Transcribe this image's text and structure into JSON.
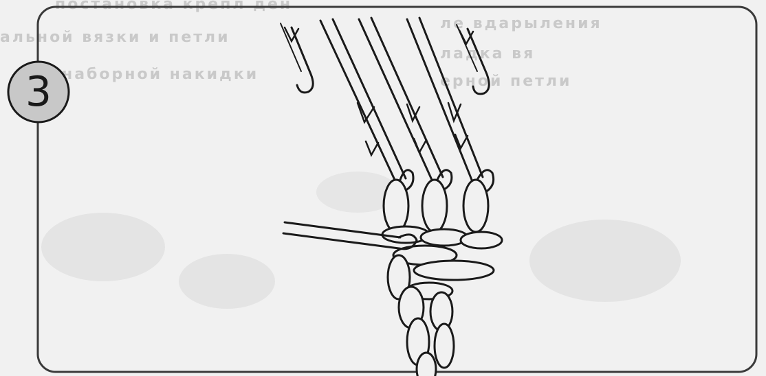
{
  "step": {
    "number": "3"
  },
  "ghost_text": [
    "постановка крепл ден",
    "альной вязки и петли",
    "наборной накидки",
    "ле вдарыления",
    "ладка вя",
    "ерной петли"
  ],
  "colors": {
    "ink": "#1a1a1a",
    "paper": "#f1f1f1",
    "badge_fill": "#c8c8c8",
    "ghost": "#c9c9c9"
  },
  "icons": [
    "crochet-hook-icon",
    "down-arrow-icon",
    "yarn-loop-icon"
  ]
}
